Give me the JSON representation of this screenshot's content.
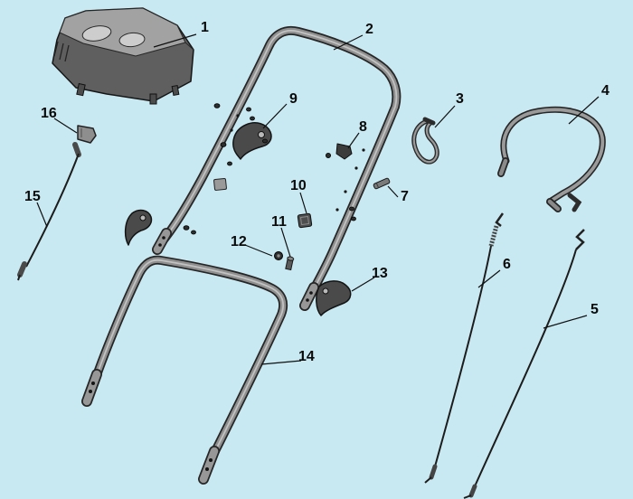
{
  "diagram": {
    "background": "#c9e9f2",
    "labels": [
      {
        "text": "1"
      },
      {
        "text": "2"
      },
      {
        "text": "3"
      },
      {
        "text": "4"
      },
      {
        "text": "5"
      },
      {
        "text": "6"
      },
      {
        "text": "7"
      },
      {
        "text": "8"
      },
      {
        "text": "9"
      },
      {
        "text": "10"
      },
      {
        "text": "11"
      },
      {
        "text": "12"
      },
      {
        "text": "13"
      },
      {
        "text": "14"
      },
      {
        "text": "15"
      },
      {
        "text": "16"
      }
    ]
  }
}
